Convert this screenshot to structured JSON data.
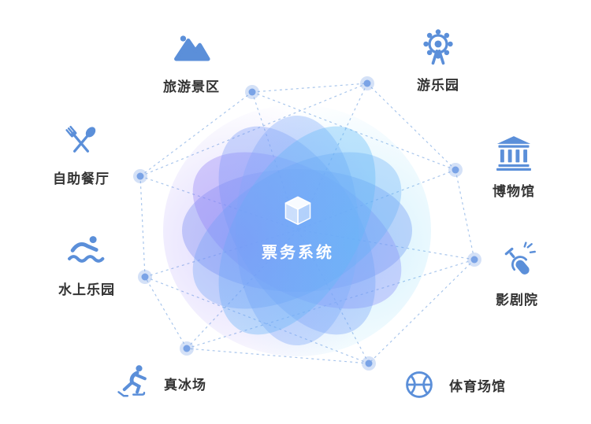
{
  "center": {
    "title": "票务系统",
    "icon": "cube-icon"
  },
  "satellites": [
    {
      "label": "旅游景区",
      "icon": "mountain-icon"
    },
    {
      "label": "游乐园",
      "icon": "ferris-wheel-icon"
    },
    {
      "label": "自助餐厅",
      "icon": "cutlery-icon"
    },
    {
      "label": "博物馆",
      "icon": "museum-icon"
    },
    {
      "label": "水上乐园",
      "icon": "swimmer-icon"
    },
    {
      "label": "影剧院",
      "icon": "microphone-icon"
    },
    {
      "label": "真冰场",
      "icon": "ice-skater-icon"
    },
    {
      "label": "体育场馆",
      "icon": "basketball-icon"
    }
  ],
  "colors": {
    "icon_blue": "#5b8fd9",
    "node_blue": "#7aa3e6",
    "line_blue": "#a9c6ec",
    "label_text": "#333333",
    "center_text": "#ffffff"
  }
}
